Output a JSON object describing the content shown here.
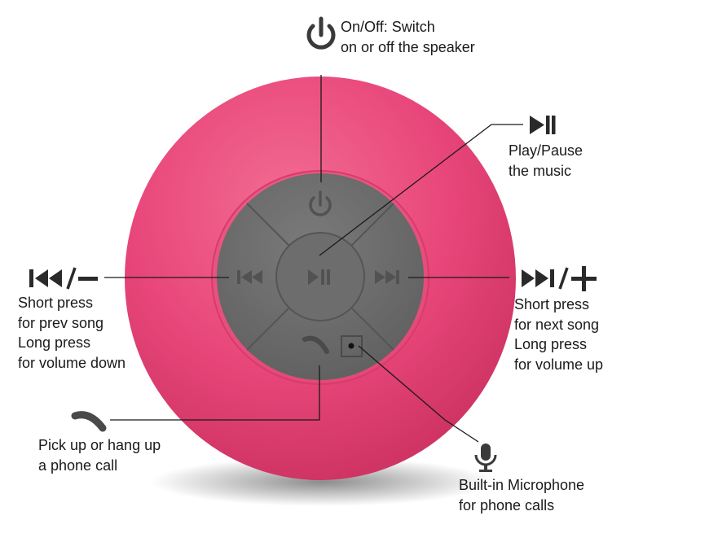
{
  "labels": {
    "power": [
      "On/Off: Switch",
      "on or off the speaker"
    ],
    "play_pause": [
      "Play/Pause",
      "the music"
    ],
    "prev": [
      "Short press",
      "for prev song",
      "Long press",
      "for volume down"
    ],
    "next": [
      "Short press",
      "for next song",
      "Long press",
      "for volume up"
    ],
    "phone": [
      "Pick up or hang up",
      "a phone call"
    ],
    "mic": [
      "Built-in Microphone",
      "for phone calls"
    ]
  },
  "icons": {
    "power": "power-icon",
    "play_pause": "play-pause-icon",
    "prev": "previous-track-minus-icon",
    "next": "next-track-plus-icon",
    "phone": "phone-handset-icon",
    "mic": "microphone-icon"
  },
  "colors": {
    "speaker_body": "#e8467a",
    "control_pad": "#6b6b6b",
    "text": "#1a1a1a",
    "leader_line": "#1a1a1a"
  }
}
